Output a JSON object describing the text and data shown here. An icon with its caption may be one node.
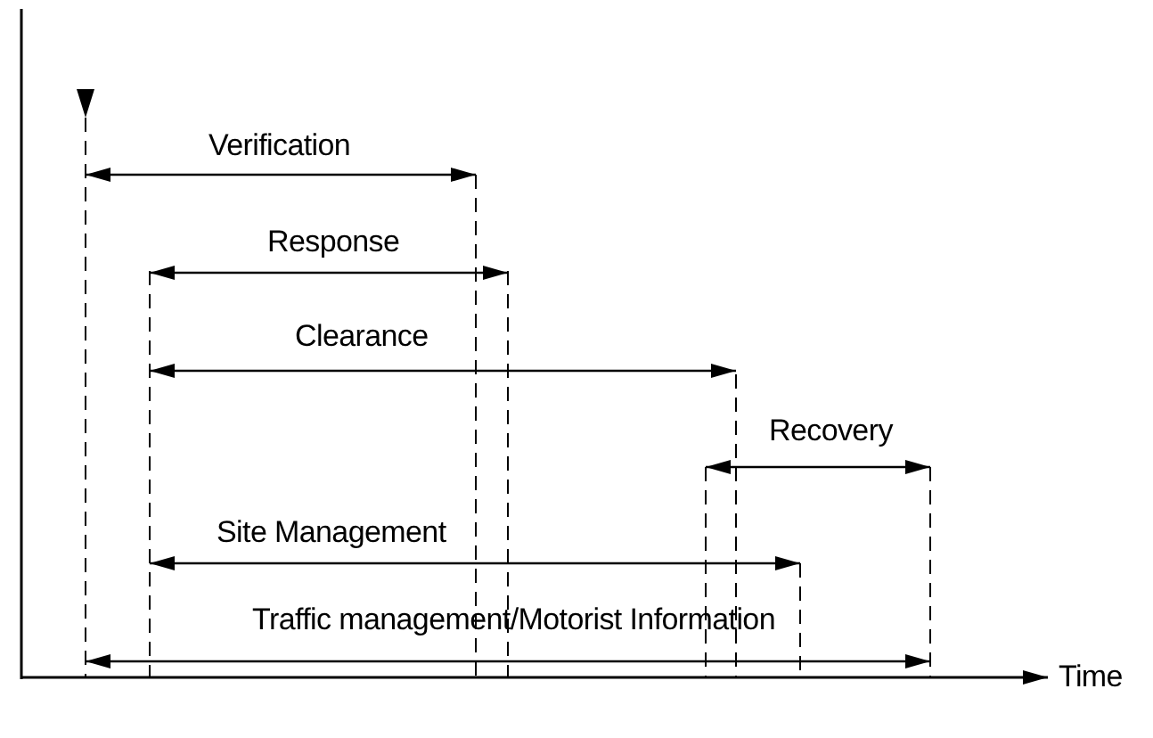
{
  "diagram": {
    "labels": [
      "Verification",
      "Response",
      "Clearance",
      "Recovery",
      "Site Management",
      "Traffic management/Motorist Information",
      "Time"
    ]
  }
}
